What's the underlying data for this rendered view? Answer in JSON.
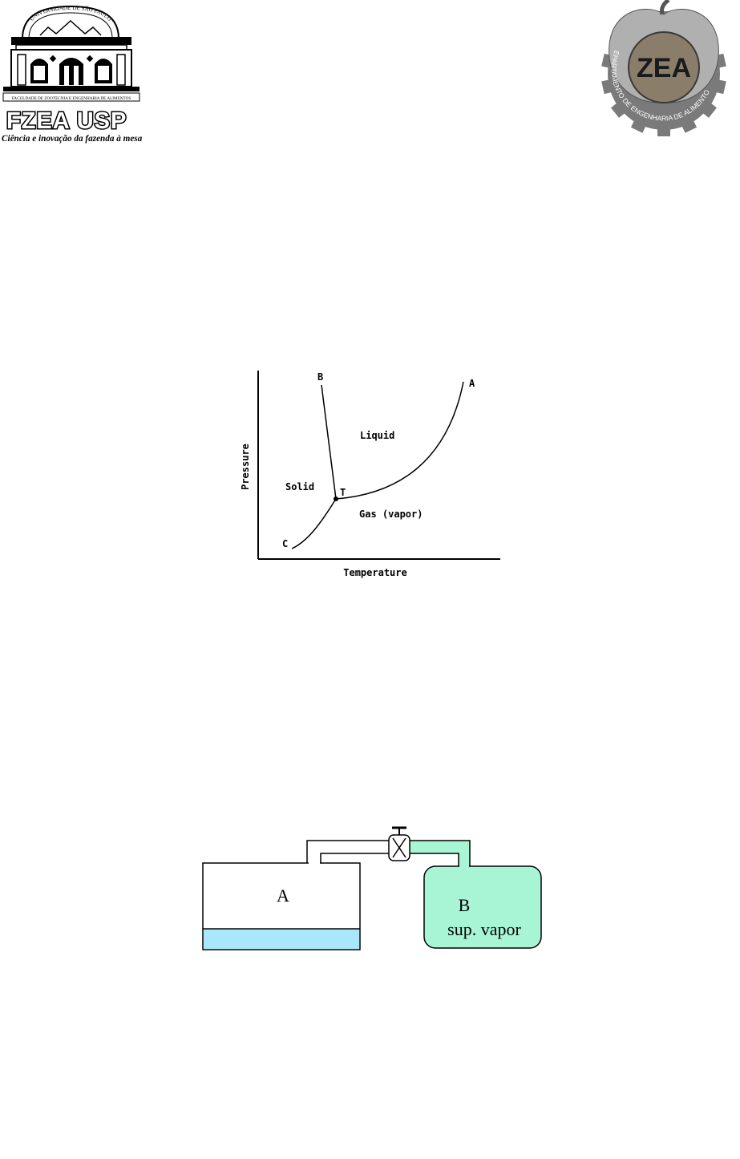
{
  "header": {
    "left_logo": {
      "seal_text": "UNIVERSIDADE DE SÃO PAULO",
      "faculty_text": "FACULDADE DE ZOOTECNIA E ENGENHARIA DE ALIMENTOS",
      "wordmark": "FZEA USP",
      "tagline": "Ciência e inovação da fazenda à mesa"
    },
    "right_logo": {
      "acronym": "ZEA",
      "ring_text": "DEPARTAMENTO DE ENGENHARIA DE ALIMENTOS"
    }
  },
  "phase_diagram": {
    "x_axis_label": "Temperature",
    "y_axis_label": "Pressure",
    "point_labels": {
      "a": "A",
      "b": "B",
      "c": "C",
      "t": "T"
    },
    "region_labels": {
      "solid": "Solid",
      "liquid": "Liquid",
      "gas": "Gas (vapor)"
    }
  },
  "tank_diagram": {
    "tank_a_label": "A",
    "tank_b_label": "B",
    "tank_b_content": "sup. vapor",
    "colors": {
      "liquid": "#a8e8fa",
      "vapor": "#a8f5d6"
    }
  }
}
